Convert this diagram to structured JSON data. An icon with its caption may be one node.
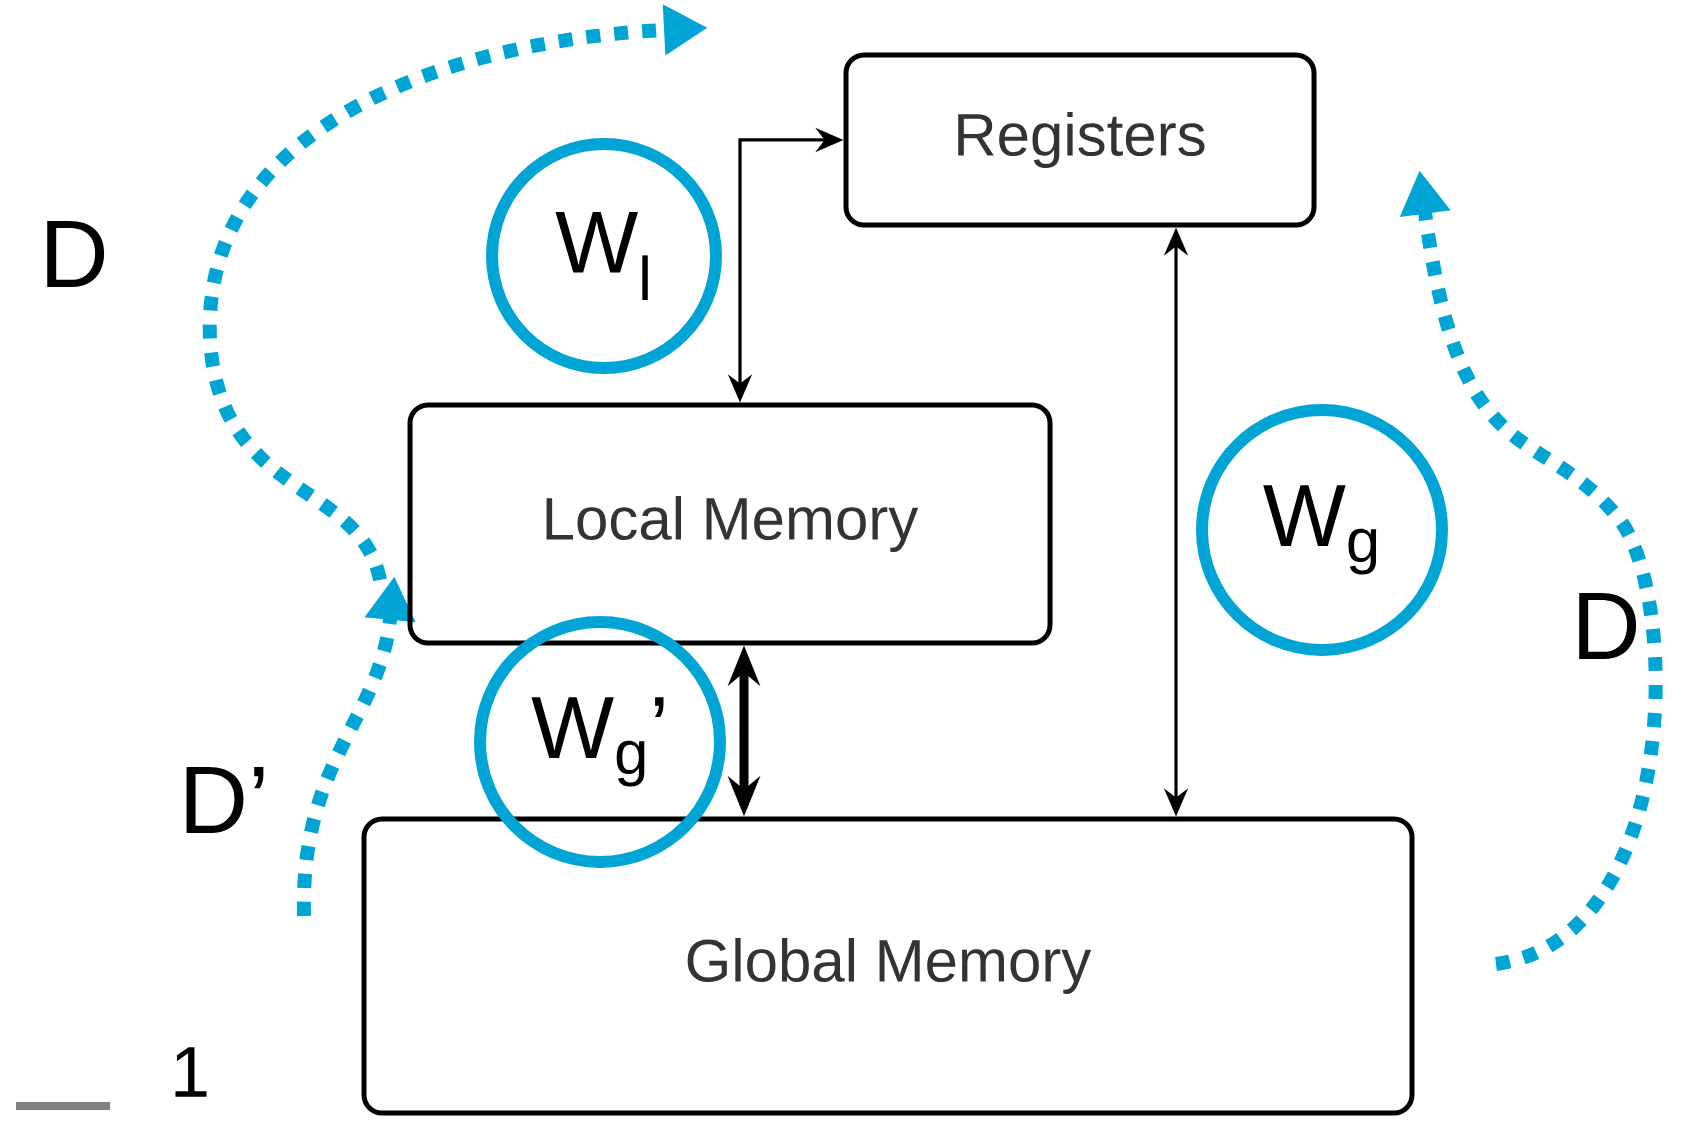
{
  "diagram": {
    "nodes": [
      {
        "text": [
          "Registers"
        ]
      },
      {
        "text": [
          "Local Memory"
        ]
      },
      {
        "text": [
          "Global Memory"
        ]
      },
      {
        "text": [
          "W$_{l}$"
        ]
      },
      {
        "text": [
          "W$_{g}$"
        ]
      },
      {
        "text": [
          "W$_{g}$’"
        ]
      }
    ],
    "edges": [
      {
        "from": 1,
        "to": 0,
        "arrow": "both"
      },
      {
        "from": 0,
        "to": 2,
        "arrow": "both"
      },
      {
        "from": 1,
        "to": 2,
        "arrow": "both",
        "style": "thick"
      }
    ],
    "labels": [
      "D",
      "D’",
      "D",
      "1"
    ]
  }
}
